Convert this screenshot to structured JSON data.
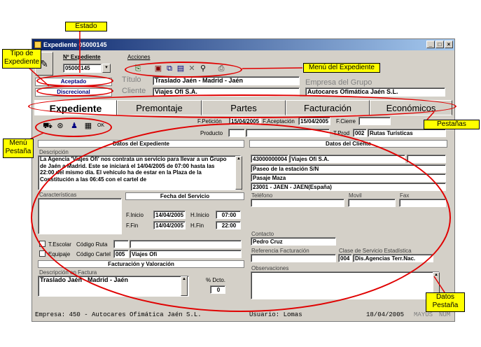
{
  "window": {
    "title": "Expediente 05000145"
  },
  "left_panel": {
    "num_label": "Nº Expediente",
    "num_value": "05000145",
    "status": "Aceptado",
    "type": "Discrecional"
  },
  "actions": {
    "label": "Acciones"
  },
  "header": {
    "titulo_label": "Título",
    "titulo_value": "Traslado Jaén - Madrid - Jaén",
    "cliente_label": "Cliente",
    "cliente_value": "Viajes Ofi S.A.",
    "empresa_label": "Empresa del Grupo",
    "empresa_value": "Autocares Ofimática Jaén S.L."
  },
  "tabs": [
    {
      "label": "Expediente"
    },
    {
      "label": "Premontaje"
    },
    {
      "label": "Partes"
    },
    {
      "label": "Facturación"
    },
    {
      "label": "Económicos"
    }
  ],
  "dates": {
    "fpeticion_label": "F.Petición",
    "fpeticion_value": "15/04/2005",
    "faceptacion_label": "F.Aceptación",
    "faceptacion_value": "15/04/2005",
    "fcierre_label": "F.Cierre",
    "fcierre_value": ""
  },
  "producto": {
    "label": "Producto",
    "tprod_label": "T.Prod",
    "tprod_code": "002",
    "tprod_value": "Rutas Turísticas"
  },
  "datos_expediente": {
    "header": "Datos del Expediente",
    "descripcion_label": "Descripción",
    "descripcion_text": "La Agencia 'Viajes Ofi' nos contrata un servicio para llevar a un Grupo de Jaén a Madrid. Este se iniciará el 14/04/2005 de 07:00 hasta las 22:00 del mismo día. El vehículo ha de estar en la Plaza de la Constitución a las 06:45 con el cartel de",
    "caracteristicas_label": "Características",
    "fecha_servicio": "Fecha del Servicio",
    "finicio_label": "F.Inicio",
    "finicio_value": "14/04/2005",
    "hinicio_label": "H.Inicio",
    "hinicio_value": "07:00",
    "ffin_label": "F.Fin",
    "ffin_value": "14/04/2005",
    "hfin_label": "H.Fin",
    "hfin_value": "22:00",
    "tescolar_label": "T.Escolar",
    "codigo_ruta_label": "Código Ruta",
    "equipaje_label": "Equipaje",
    "codigo_cartel_label": "Código Cartel",
    "cartel_code": "005",
    "cartel_value": "Viajes Ofi",
    "facturacion_header": "Facturación y Valoración",
    "desc_factura_label": "Descripción en Factura",
    "desc_factura_value": "Traslado Jaén - Madrid - Jaén",
    "dcto_label": "% Dcto.",
    "dcto_value": "0"
  },
  "datos_cliente": {
    "header": "Datos del Cliente",
    "code": "43000000004",
    "name": "Viajes Ofi S.A.",
    "addr1": "Paseo de la estación S/N",
    "addr2": "Pasaje Maza",
    "addr3": "23001 - JAEN - JAEN(España)",
    "telefono_label": "Teléfono",
    "movil_label": "Movil",
    "fax_label": "Fax",
    "contacto_label": "Contacto",
    "contacto_value": "Pedro Cruz",
    "ref_fact_label": "Referencia Facturación",
    "clase_label": "Clase de Servicio Estadística",
    "clase_code": "004",
    "clase_value": "Dis.Agencias Terr.Nac.",
    "observaciones_label": "Observaciones"
  },
  "statusbar": {
    "empresa": "Empresa: 450 - Autocares Ofimática Jaén S.L.",
    "usuario": "Usuario: Lomas",
    "fecha": "18/04/2005",
    "may": "MAYÚS",
    "num": "NUM"
  },
  "annotations": {
    "estado": "Estado",
    "tipo": "Tipo de Expediente",
    "menu_expediente": "Menú del Expediente",
    "pestanas": "Pestañas",
    "menu_pestana": "Menú Pestaña",
    "datos_pestana": "Datos Pestaña"
  }
}
